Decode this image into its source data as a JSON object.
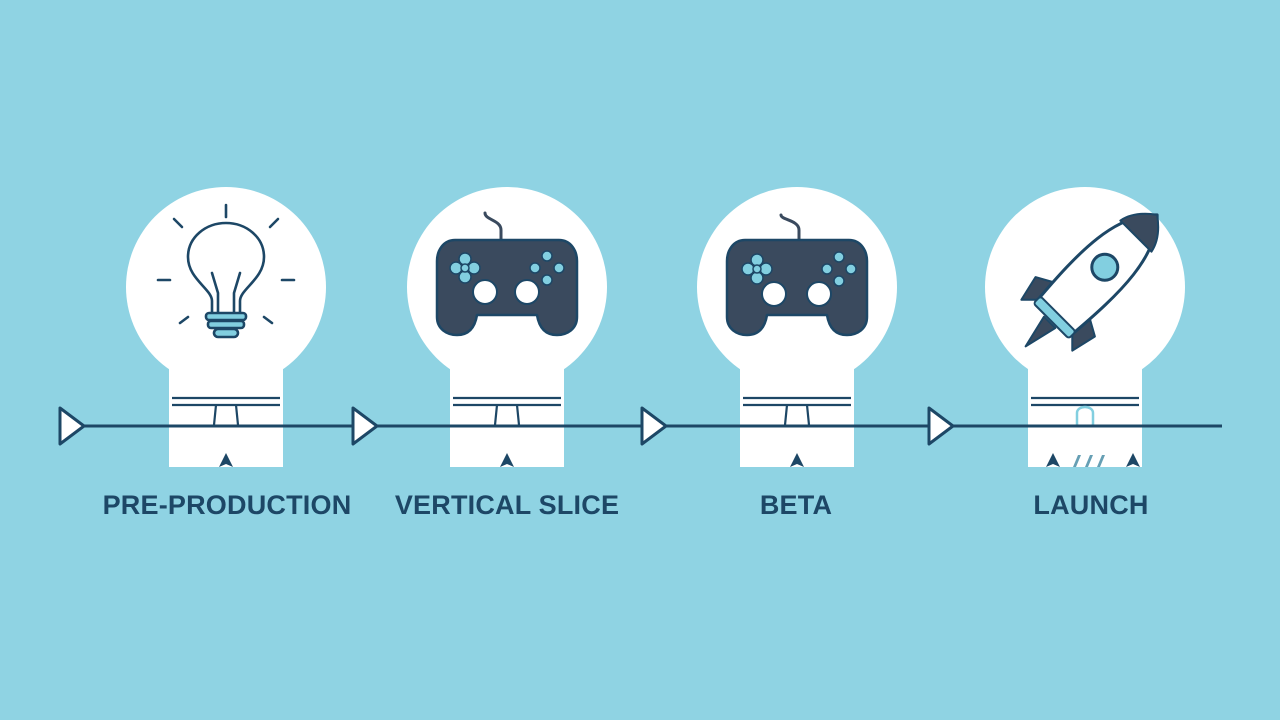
{
  "colors": {
    "background": "#8fd3e3",
    "bulb": "#ffffff",
    "ink": "#1d4766",
    "dark_icon": "#3a4a5e",
    "accent": "#82cfe0"
  },
  "stages": [
    {
      "label": "PRE-PRODUCTION",
      "icon": "lightbulb-icon"
    },
    {
      "label": "VERTICAL SLICE",
      "icon": "gamepad-icon"
    },
    {
      "label": "BETA",
      "icon": "gamepad-icon"
    },
    {
      "label": "LAUNCH",
      "icon": "rocket-icon"
    }
  ]
}
